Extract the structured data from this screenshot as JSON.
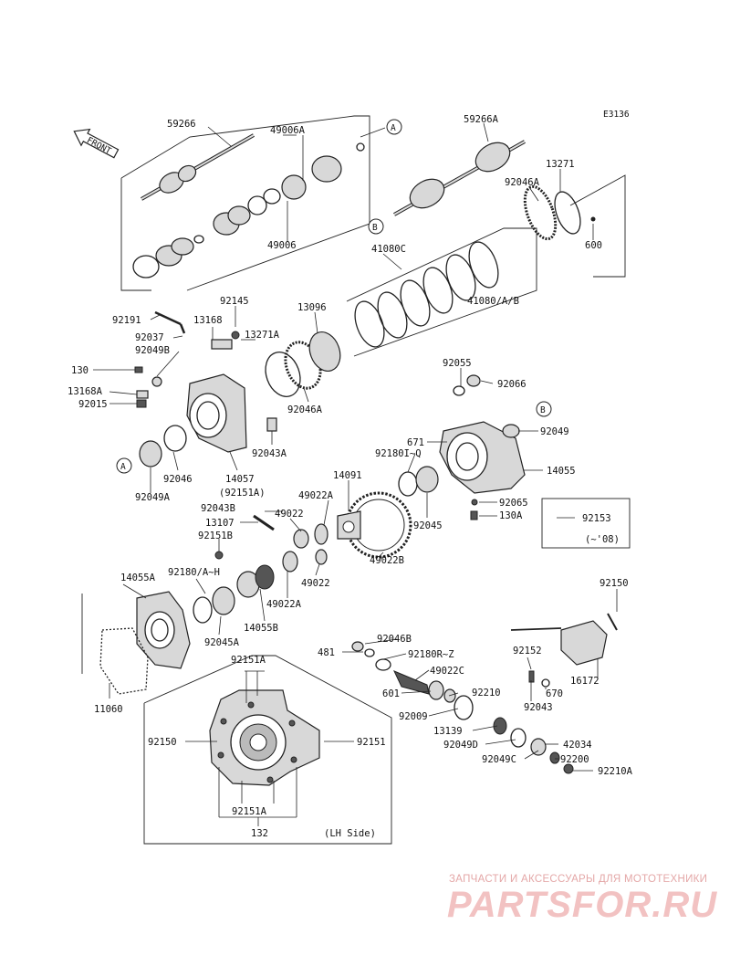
{
  "diagram_code": "E3136",
  "front_label": "FRONT",
  "callouts": [
    "A",
    "B"
  ],
  "labels": [
    {
      "id": "l01",
      "text": "59266"
    },
    {
      "id": "l02",
      "text": "49006A"
    },
    {
      "id": "l03",
      "text": "49006"
    },
    {
      "id": "l04",
      "text": "59266A"
    },
    {
      "id": "l05",
      "text": "13271"
    },
    {
      "id": "l06",
      "text": "92046A"
    },
    {
      "id": "l07",
      "text": "600"
    },
    {
      "id": "l08",
      "text": "41080C"
    },
    {
      "id": "l09",
      "text": "41080/A/B"
    },
    {
      "id": "l10",
      "text": "92145"
    },
    {
      "id": "l11",
      "text": "13096"
    },
    {
      "id": "l12",
      "text": "92191"
    },
    {
      "id": "l13",
      "text": "13168"
    },
    {
      "id": "l14",
      "text": "92037"
    },
    {
      "id": "l15",
      "text": "13271A"
    },
    {
      "id": "l16",
      "text": "92049B"
    },
    {
      "id": "l17",
      "text": "130"
    },
    {
      "id": "l18",
      "text": "13168A"
    },
    {
      "id": "l19",
      "text": "92015"
    },
    {
      "id": "l20",
      "text": "92046A"
    },
    {
      "id": "l21",
      "text": "92055"
    },
    {
      "id": "l22",
      "text": "92066"
    },
    {
      "id": "l23",
      "text": "92049"
    },
    {
      "id": "l24",
      "text": "671"
    },
    {
      "id": "l25",
      "text": "92180I~Q"
    },
    {
      "id": "l26",
      "text": "14055"
    },
    {
      "id": "l27",
      "text": "92043A"
    },
    {
      "id": "l28",
      "text": "92046"
    },
    {
      "id": "l29",
      "text": "14057"
    },
    {
      "id": "l30",
      "text": "92049A"
    },
    {
      "id": "l31",
      "text": "(92151A)"
    },
    {
      "id": "l32",
      "text": "14091"
    },
    {
      "id": "l33",
      "text": "49022A"
    },
    {
      "id": "l34",
      "text": "92065"
    },
    {
      "id": "l35",
      "text": "130A"
    },
    {
      "id": "l36",
      "text": "92043B"
    },
    {
      "id": "l37",
      "text": "49022"
    },
    {
      "id": "l38",
      "text": "13107"
    },
    {
      "id": "l39",
      "text": "92045"
    },
    {
      "id": "l40",
      "text": "92153"
    },
    {
      "id": "l41",
      "text": "(~'08)"
    },
    {
      "id": "l42",
      "text": "92151B"
    },
    {
      "id": "l43",
      "text": "49022B"
    },
    {
      "id": "l44",
      "text": "49022"
    },
    {
      "id": "l45",
      "text": "14055A"
    },
    {
      "id": "l46",
      "text": "92180/A~H"
    },
    {
      "id": "l47",
      "text": "49022A"
    },
    {
      "id": "l48",
      "text": "92150"
    },
    {
      "id": "l49",
      "text": "14055B"
    },
    {
      "id": "l50",
      "text": "92045A"
    },
    {
      "id": "l51",
      "text": "92046B"
    },
    {
      "id": "l52",
      "text": "481"
    },
    {
      "id": "l53",
      "text": "92180R~Z"
    },
    {
      "id": "l54",
      "text": "92152"
    },
    {
      "id": "l55",
      "text": "49022C"
    },
    {
      "id": "l56",
      "text": "16172"
    },
    {
      "id": "l57",
      "text": "92151A"
    },
    {
      "id": "l58",
      "text": "601"
    },
    {
      "id": "l59",
      "text": "92210"
    },
    {
      "id": "l60",
      "text": "670"
    },
    {
      "id": "l61",
      "text": "92043"
    },
    {
      "id": "l62",
      "text": "11060"
    },
    {
      "id": "l63",
      "text": "92009"
    },
    {
      "id": "l64",
      "text": "13139"
    },
    {
      "id": "l65",
      "text": "92150"
    },
    {
      "id": "l66",
      "text": "92151"
    },
    {
      "id": "l67",
      "text": "92049D"
    },
    {
      "id": "l68",
      "text": "42034"
    },
    {
      "id": "l69",
      "text": "92049C"
    },
    {
      "id": "l70",
      "text": "92200"
    },
    {
      "id": "l71",
      "text": "92210A"
    },
    {
      "id": "l72",
      "text": "92151A"
    },
    {
      "id": "l73",
      "text": "132"
    },
    {
      "id": "l74",
      "text": "(LH Side)"
    }
  ],
  "watermark": {
    "line1": "ЗАПЧАСТИ И АКСЕССУАРЫ ДЛЯ МОТОТЕХНИКИ",
    "line2": "PARTSFOR.RU",
    "color": "#e08a8a"
  }
}
